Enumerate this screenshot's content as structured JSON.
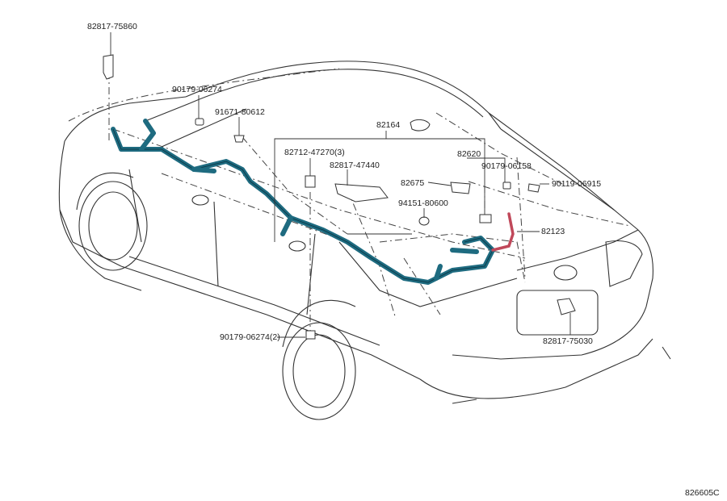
{
  "diagram_id": "826605C",
  "colors": {
    "harness": "#1e6b80",
    "cable_red": "#c0485a",
    "outline": "#333333"
  },
  "parts": {
    "p82817_75860": "82817-75860",
    "p90179_06274_top": "90179-06274",
    "p91671_80612": "91671-80612",
    "p82164": "82164",
    "p82712_47270": "82712-47270(3)",
    "p82817_47440": "82817-47440",
    "p82620": "82620",
    "p90179_06158": "90179-06158",
    "p82675": "82675",
    "p90119_06915": "90119-06915",
    "p94151_80600": "94151-80600",
    "p82123": "82123",
    "p90179_06274_bottom": "90179-06274(2)",
    "p82817_75030": "82817-75030"
  }
}
